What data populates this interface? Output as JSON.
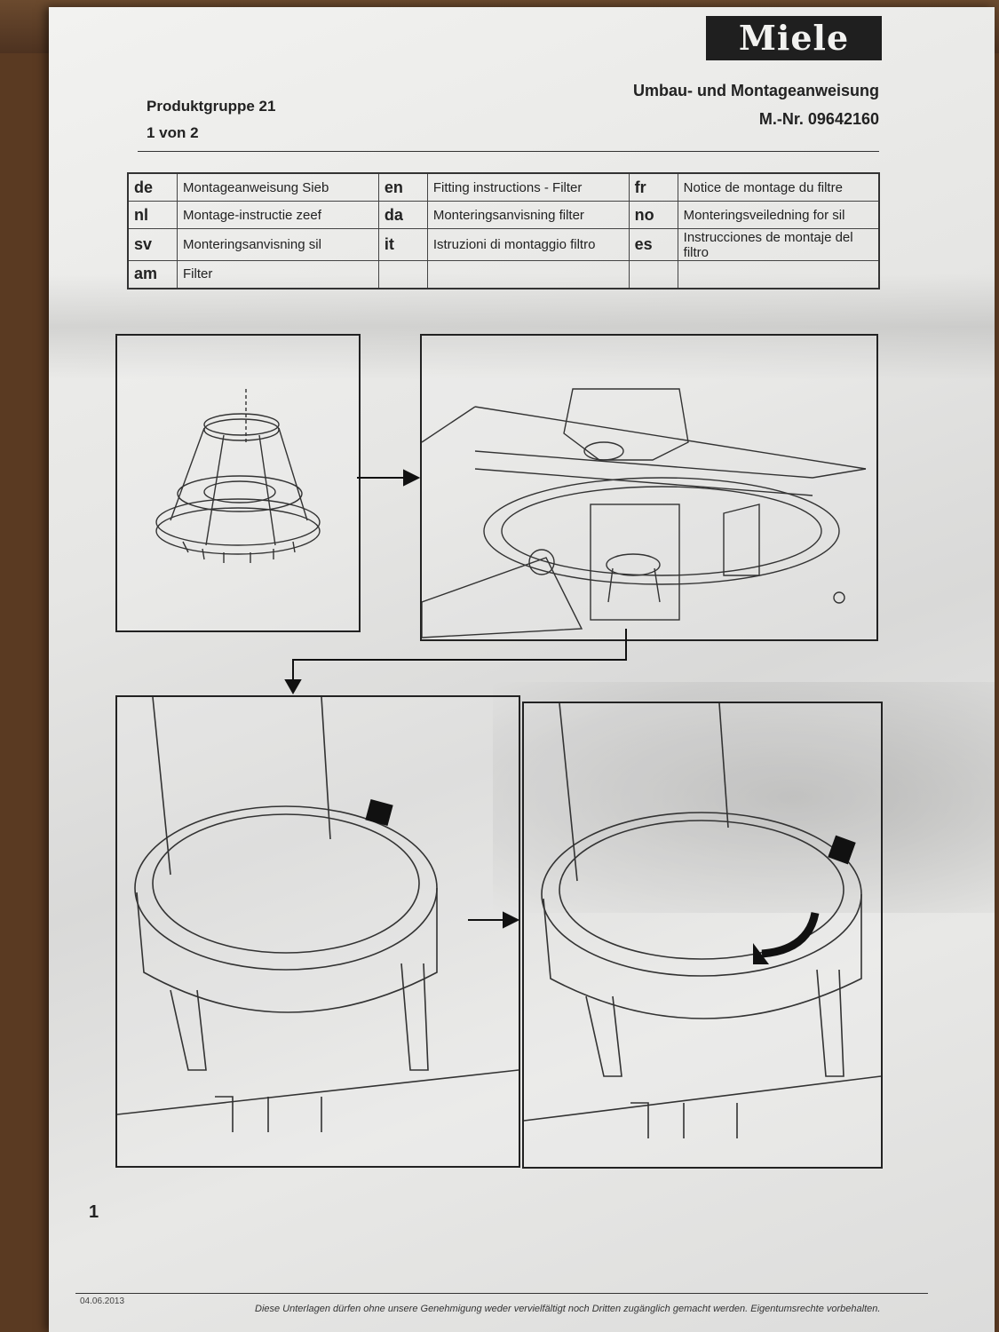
{
  "brand": {
    "logo": "Miele"
  },
  "header": {
    "product_group": "Produktgruppe 21",
    "page_of": "1 von 2",
    "doc_title": "Umbau- und Montageanweisung",
    "material_no": "M.-Nr. 09642160"
  },
  "languages": [
    [
      {
        "code": "de",
        "text": "Montageanweisung Sieb"
      },
      {
        "code": "en",
        "text": "Fitting instructions - Filter"
      },
      {
        "code": "fr",
        "text": "Notice de montage du filtre"
      }
    ],
    [
      {
        "code": "nl",
        "text": "Montage-instructie zeef"
      },
      {
        "code": "da",
        "text": "Monteringsanvisning filter"
      },
      {
        "code": "no",
        "text": "Monteringsveiledning for sil"
      }
    ],
    [
      {
        "code": "sv",
        "text": "Monteringsanvisning sil"
      },
      {
        "code": "it",
        "text": "Istruzioni di montaggio filtro"
      },
      {
        "code": "es",
        "text": "Instrucciones de montaje del filtro"
      }
    ],
    [
      {
        "code": "am",
        "text": "Filter"
      },
      {
        "code": "",
        "text": ""
      },
      {
        "code": "",
        "text": ""
      }
    ]
  ],
  "page_number": "1",
  "footer": {
    "date": "04.06.2013",
    "notice": "Diese Unterlagen dürfen ohne unsere Genehmigung weder vervielfältigt noch Dritten zugänglich gemacht werden. Eigentumsrechte vorbehalten."
  },
  "icons": [
    "arrow-right-icon",
    "rotate-arrow-icon"
  ]
}
